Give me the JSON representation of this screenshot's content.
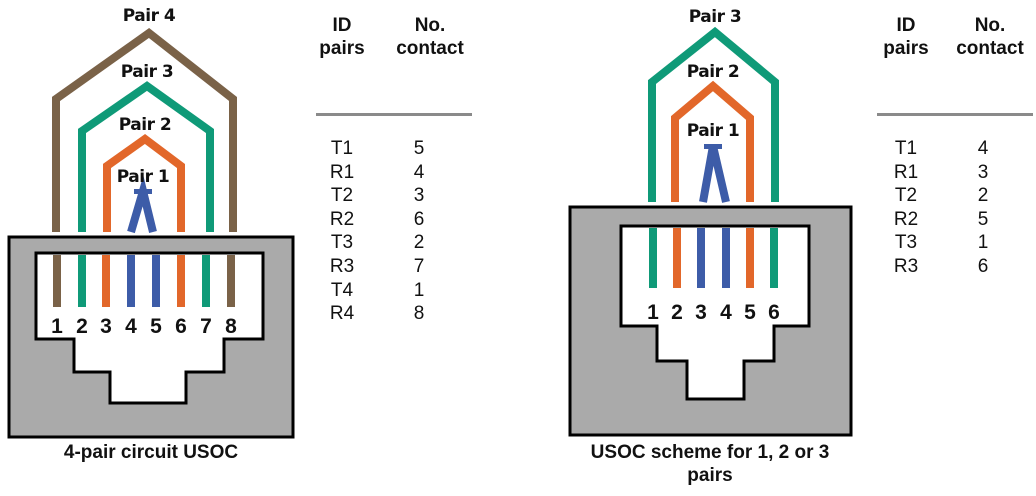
{
  "colors": {
    "brown": "#7a6248",
    "green": "#0f9a78",
    "orange": "#e2672a",
    "blue": "#3d5ca8",
    "housing": "#aaaaaa",
    "outline": "#000000",
    "rule": "#8a8a8a"
  },
  "left_diagram": {
    "caption": "4-pair circuit USOC",
    "pair_labels": [
      "Pair 4",
      "Pair 3",
      "Pair 2",
      "Pair 1"
    ],
    "pins": [
      {
        "num": "1",
        "color": "brown"
      },
      {
        "num": "2",
        "color": "green"
      },
      {
        "num": "3",
        "color": "orange"
      },
      {
        "num": "4",
        "color": "blue"
      },
      {
        "num": "5",
        "color": "blue"
      },
      {
        "num": "6",
        "color": "orange"
      },
      {
        "num": "7",
        "color": "green"
      },
      {
        "num": "8",
        "color": "brown"
      }
    ],
    "table": {
      "headers": [
        [
          "ID",
          "pairs"
        ],
        [
          "No.",
          "contact"
        ]
      ],
      "rows": [
        {
          "id": "T1",
          "contact": "5"
        },
        {
          "id": "R1",
          "contact": "4"
        },
        {
          "id": "T2",
          "contact": "3"
        },
        {
          "id": "R2",
          "contact": "6"
        },
        {
          "id": "T3",
          "contact": "2"
        },
        {
          "id": "R3",
          "contact": "7"
        },
        {
          "id": "T4",
          "contact": "1"
        },
        {
          "id": "R4",
          "contact": "8"
        }
      ]
    }
  },
  "right_diagram": {
    "caption_line1": "USOC scheme for 1, 2 or 3",
    "caption_line2": "pairs",
    "pair_labels": [
      "Pair 3",
      "Pair 2",
      "Pair 1"
    ],
    "pins": [
      {
        "num": "1",
        "color": "green"
      },
      {
        "num": "2",
        "color": "orange"
      },
      {
        "num": "3",
        "color": "blue"
      },
      {
        "num": "4",
        "color": "blue"
      },
      {
        "num": "5",
        "color": "orange"
      },
      {
        "num": "6",
        "color": "green"
      }
    ],
    "table": {
      "headers": [
        [
          "ID",
          "pairs"
        ],
        [
          "No.",
          "contact"
        ]
      ],
      "rows": [
        {
          "id": "T1",
          "contact": "4"
        },
        {
          "id": "R1",
          "contact": "3"
        },
        {
          "id": "T2",
          "contact": "2"
        },
        {
          "id": "R2",
          "contact": "5"
        },
        {
          "id": "T3",
          "contact": "1"
        },
        {
          "id": "R3",
          "contact": "6"
        }
      ]
    }
  }
}
